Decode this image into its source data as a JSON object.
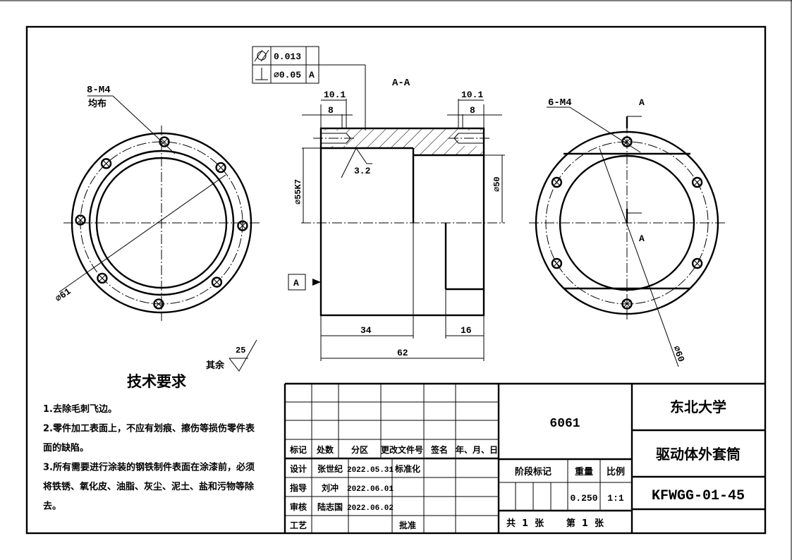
{
  "geometric_tolerance": {
    "rows": [
      {
        "symbol": "cylindricity-symbol",
        "value": "0.013",
        "datum": ""
      },
      {
        "symbol": "perpendicularity-symbol",
        "value": "⌀0.05",
        "datum": "A"
      }
    ]
  },
  "section_label": "A-A",
  "dimensions": {
    "left_thread": "8-M4",
    "left_thread_note": "均布",
    "left_diameter": "⌀61",
    "right_thread": "6-M4",
    "right_diameter": "⌀60",
    "counterbore_left_outer": "10.1",
    "counterbore_left_inner": "8",
    "counterbore_right_outer": "10.1",
    "counterbore_right_inner": "8",
    "bore_diameter": "⌀55K7",
    "inner_diameter": "⌀50",
    "len_34": "34",
    "len_16": "16",
    "len_62": "62",
    "roughness": "3.2",
    "rest_label": "其余",
    "rest_roughness": "25",
    "section_mark": "A",
    "datum_label": "A"
  },
  "tech_req": {
    "title": "技术要求",
    "items": [
      "1.去除毛刺飞边。",
      "2.零件加工表面上，不应有划痕、擦伤等损伤零件表",
      "  面的缺陷。",
      "3.所有需要进行涂装的钢铁制件表面在涂漆前，必须",
      "  将铁锈、氧化皮、油脂、灰尘、泥土、盐和污物等除",
      "  去。"
    ]
  },
  "title_block": {
    "header": [
      "标记",
      "处数",
      "分区",
      "更改文件号",
      "签名",
      "年、月、日"
    ],
    "rows": [
      {
        "role": "设计",
        "name": "张世纪",
        "date": "2022.05.31",
        "extra": "标准化",
        "extra_name": ""
      },
      {
        "role": "指导",
        "name": "刘冲",
        "date": "2022.06.01",
        "extra": "",
        "extra_name": ""
      },
      {
        "role": "审核",
        "name": "陆志国",
        "date": "2022.06.02",
        "extra": "",
        "extra_name": ""
      },
      {
        "role": "工艺",
        "name": "",
        "date": "",
        "extra": "批准",
        "extra_name": ""
      }
    ],
    "material": "6061",
    "stage_label": "阶段标记",
    "weight_label": "重量",
    "scale_label": "比例",
    "weight": "0.250",
    "scale": "1:1",
    "sheets": "共  1  张       第  1  张",
    "university": "东北大学",
    "part_name": "驱动体外套筒",
    "drawing_no": "KFWGG-01-45"
  }
}
